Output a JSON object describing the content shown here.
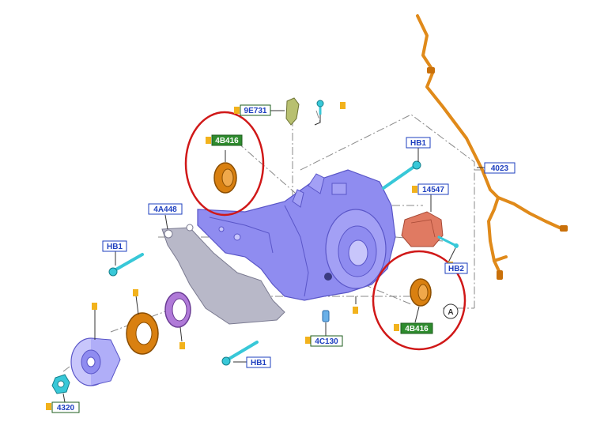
{
  "colors": {
    "part": "#8f8cf0",
    "part_dark": "#5a56c8",
    "part_light": "#c8c6fb",
    "seal": "#d98010",
    "seal_dark": "#8a4d00",
    "circle": "#d01818",
    "label_blue": "#1e3fbf",
    "label_green_bg": "#2e8b2e",
    "label_green_border": "#1d5e1d",
    "marker": "#f2b21c",
    "bolt": "#38c8d8",
    "guide": "#8a8a8a",
    "wire": "#e08a1a",
    "gray_bracket": "#b8b8c8",
    "purple_ring": "#b07ad8",
    "cap": "#e07a62"
  },
  "labels": {
    "l_9e731": "9E731",
    "l_4b416_top": "4B416",
    "l_hb1_top": "HB1",
    "l_4023": "4023",
    "l_14547": "14547",
    "l_4a448": "4A448",
    "l_hb1_left": "HB1",
    "l_hb2": "HB2",
    "l_a": "A",
    "l_4b416_bottom": "4B416",
    "l_4c130": "4C130",
    "l_hb1_bottom": "HB1",
    "l_4320": "4320"
  },
  "icons": {
    "marker": "yellow-square-marker-icon"
  }
}
